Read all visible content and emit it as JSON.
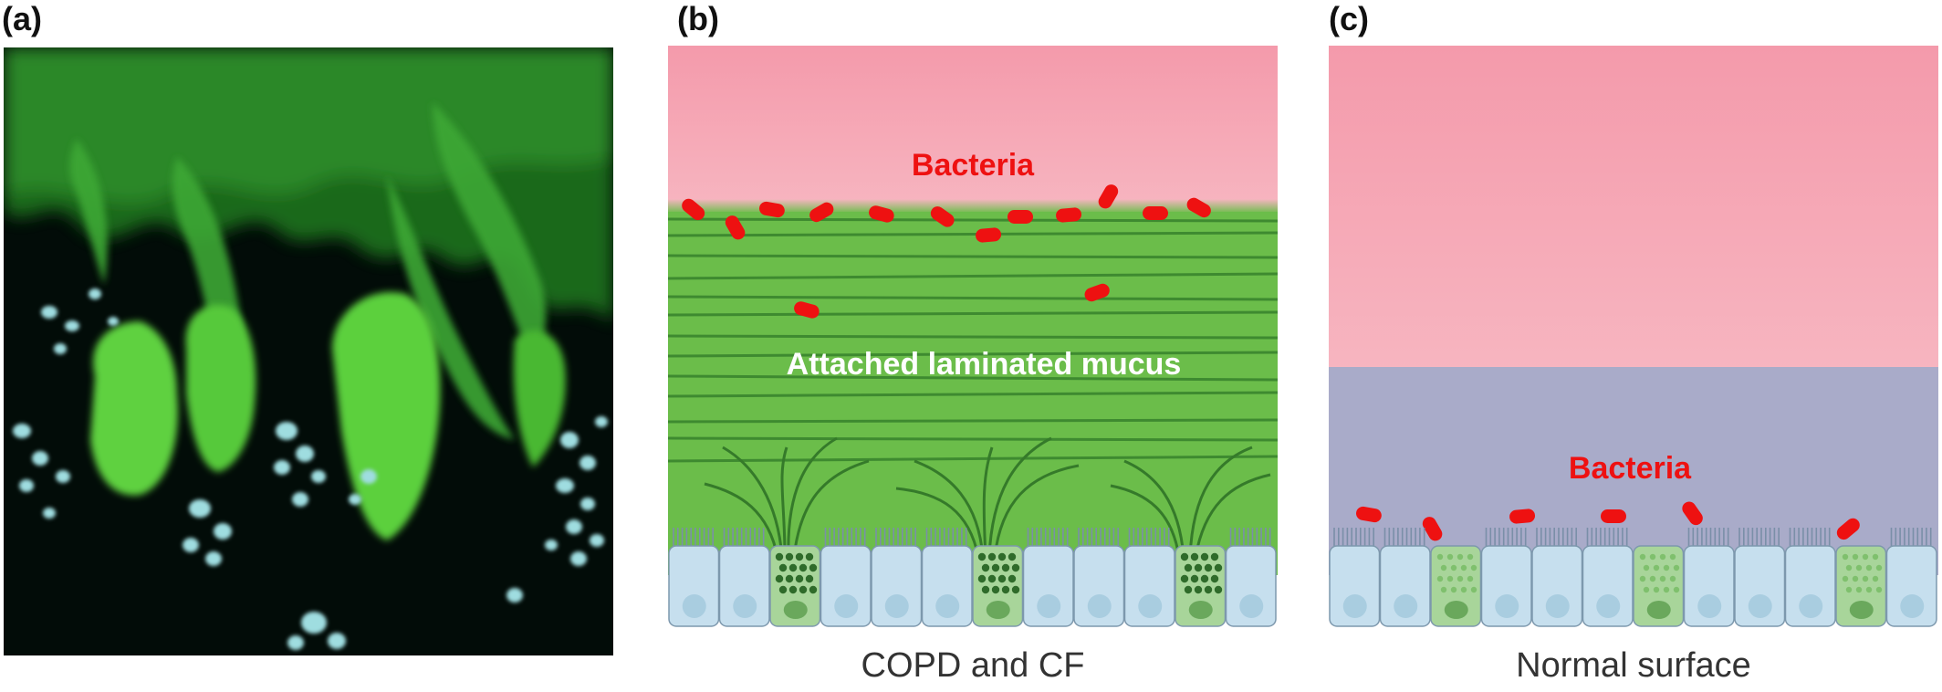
{
  "panels": {
    "a": {
      "letter": "(a)"
    },
    "b": {
      "letter": "(b)",
      "bacteria_label": "Bacteria",
      "mucus_label": "Attached laminated mucus",
      "caption": "COPD and CF"
    },
    "c": {
      "letter": "(c)",
      "bacteria_label": "Bacteria",
      "caption": "Normal surface"
    }
  },
  "colors": {
    "lumen_pink_top": "#f49aab",
    "lumen_pink_bottom": "#f7b5c0",
    "mucus_green": "#6bbd4a",
    "mucus_line": "#3e8a30",
    "periciliary_blue": "#a9abc9",
    "bacteria_red": "#ee1111",
    "cell_blue": "#c6dfee",
    "goblet_green": "#a8d59a",
    "micrograph_bg": "#020c08",
    "micrograph_green": "#47c83a",
    "micrograph_nuclei": "#9fdde0"
  }
}
